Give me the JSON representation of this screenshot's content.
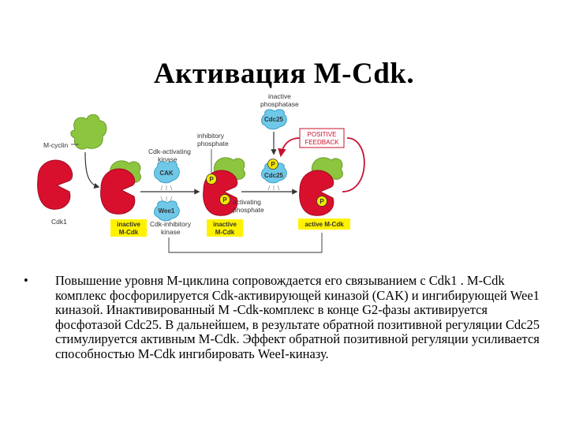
{
  "title": "Активация M-Cdk.",
  "diagram": {
    "m_cyclin": "M-cyclin",
    "cdk1": "Cdk1",
    "cdk_activating_kinase": [
      "Cdk-activating",
      "kinase"
    ],
    "cak": "CAK",
    "wee1": "Wee1",
    "cdk_inhibitory_kinase": [
      "Cdk-inhibitory",
      "kinase"
    ],
    "inhibitory_phosphate": [
      "inhibitory",
      "phosphate"
    ],
    "inactive_phosphatase": [
      "inactive",
      "phosphatase"
    ],
    "cdc25": "Cdc25",
    "cdc25_active": "Cdc25",
    "positive_feedback": [
      "POSITIVE",
      "FEEDBACK"
    ],
    "activating_phosphate": [
      "activating",
      "phosphate"
    ],
    "phosphate_symbol": "P",
    "inactive_mcdk_1": [
      "inactive",
      "M-Cdk"
    ],
    "inactive_mcdk_2": [
      "inactive",
      "M-Cdk"
    ],
    "active_mcdk": "active M-Cdk",
    "colors": {
      "cdk_red": "#d8102e",
      "cyclin_green": "#8cc63e",
      "enzyme_blue": "#6fc8e8",
      "phosphate_yellow": "#f3e600",
      "label_box_yellow": "#fff200",
      "feedback_red": "#c8102e"
    }
  },
  "bullet": {
    "marker": "•",
    "text": "Повышение уровня M-циклина сопровождается его связыванием с Cdk1 . M-Cdk комплекс фосфорилируется Cdk-активирующей киназой (CAK) и ингибирующей Wee1 киназой. Инактивированный M -Cdk-комплекс в конце G2-фазы активируется фосфотазой Cdc25. В дальнейшем, в результате обратной позитивной регуляции Cdc25 стимулируется активным M-Cdk. Эффект обратной позитивной регуляции усиливается способностью M-Cdk ингибировать WeeI-киназу."
  }
}
